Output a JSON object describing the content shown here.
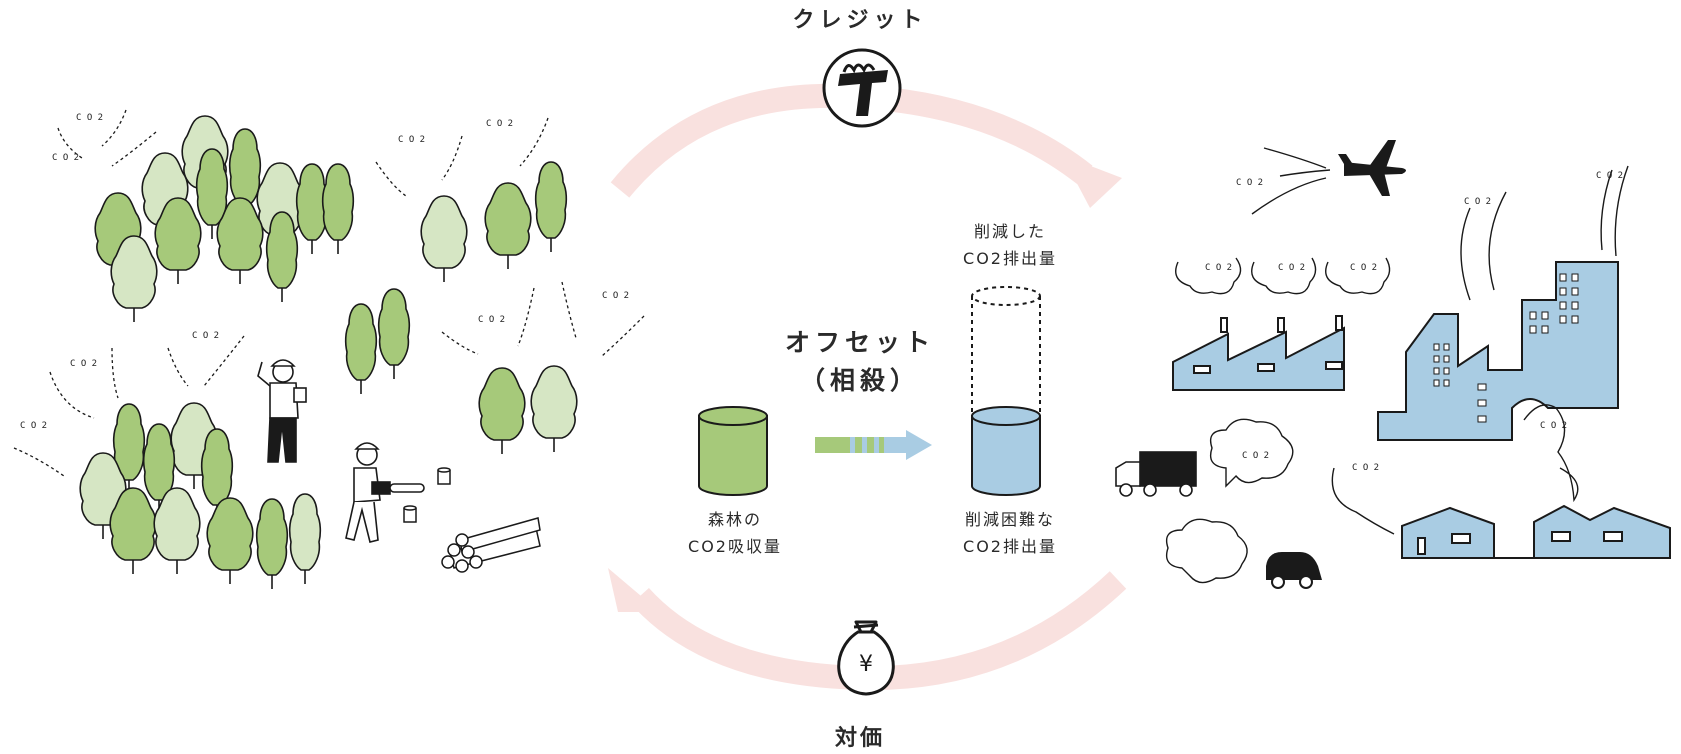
{
  "diagram": {
    "top_label": "クレジット",
    "bottom_label": "対価",
    "center_label_line1": "オフセット",
    "center_label_line2": "（相殺）",
    "forest_label_line1": "森林の",
    "forest_label_line2": "CO2吸収量",
    "reduced_label_line1": "削減した",
    "reduced_label_line2": "CO2排出量",
    "hard_label_line1": "削減困難な",
    "hard_label_line2": "CO2排出量",
    "yen_symbol": "¥",
    "co2_tag": "CO₂"
  },
  "colors": {
    "cycle_arrow": "#f9e1df",
    "forest_green": "#a6c97a",
    "light_green": "#d6e6c4",
    "industry_blue": "#a9cce3",
    "ink": "#1a1a1a"
  },
  "icons": [
    "credit-stamp-icon",
    "money-bag-icon",
    "offset-arrow-icon",
    "airplane-icon",
    "truck-icon",
    "car-icon",
    "chainsaw-icon"
  ]
}
